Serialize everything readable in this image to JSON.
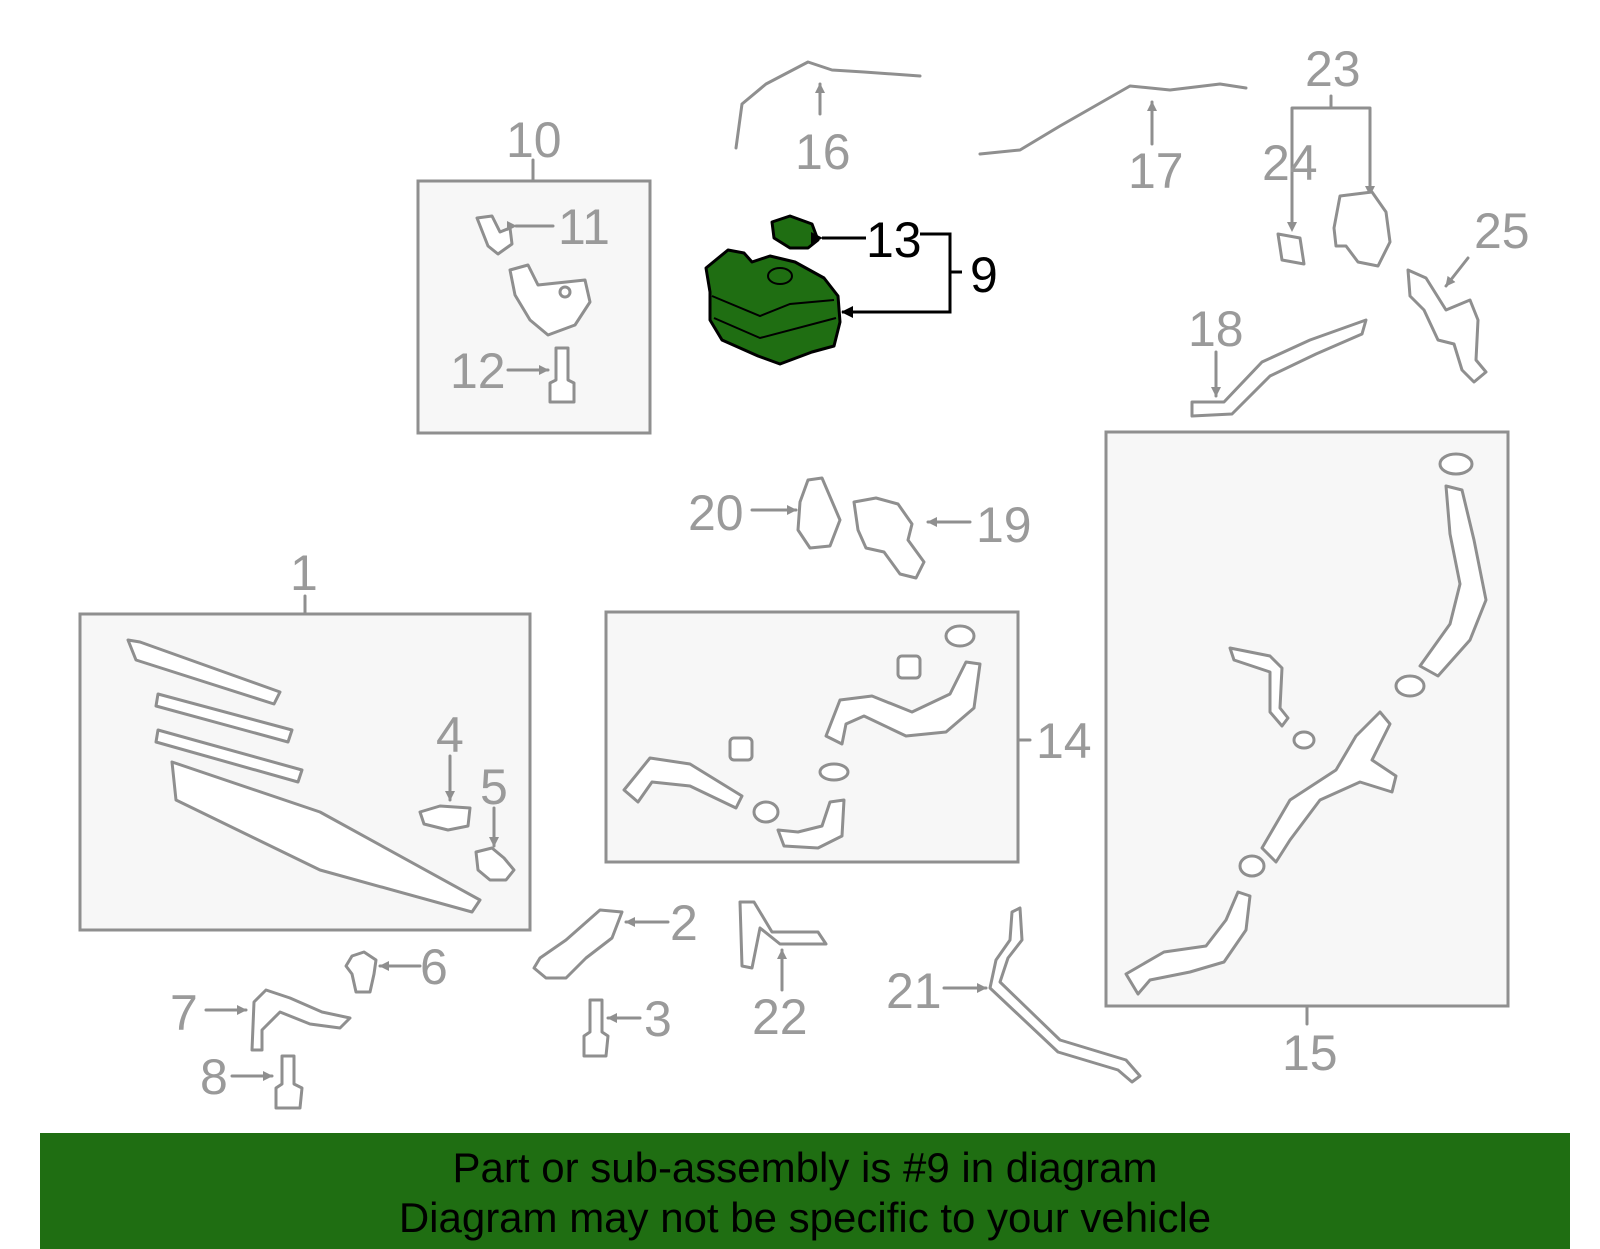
{
  "callouts": {
    "c1": "1",
    "c2": "2",
    "c3": "3",
    "c4": "4",
    "c5": "5",
    "c6": "6",
    "c7": "7",
    "c8": "8",
    "c9": "9",
    "c10": "10",
    "c11": "11",
    "c12": "12",
    "c13": "13",
    "c14": "14",
    "c15": "15",
    "c16": "16",
    "c17": "17",
    "c18": "18",
    "c19": "19",
    "c20": "20",
    "c21": "21",
    "c22": "22",
    "c23": "23",
    "c24": "24",
    "c25": "25"
  },
  "highlighted_part": "9",
  "colors": {
    "highlight": "#1f6e12",
    "line": "#8f8f8f",
    "banner": "#1f6e12"
  },
  "banner": {
    "line1": "Part or sub-assembly is #9 in diagram",
    "line2": "Diagram may not be specific to your vehicle"
  }
}
